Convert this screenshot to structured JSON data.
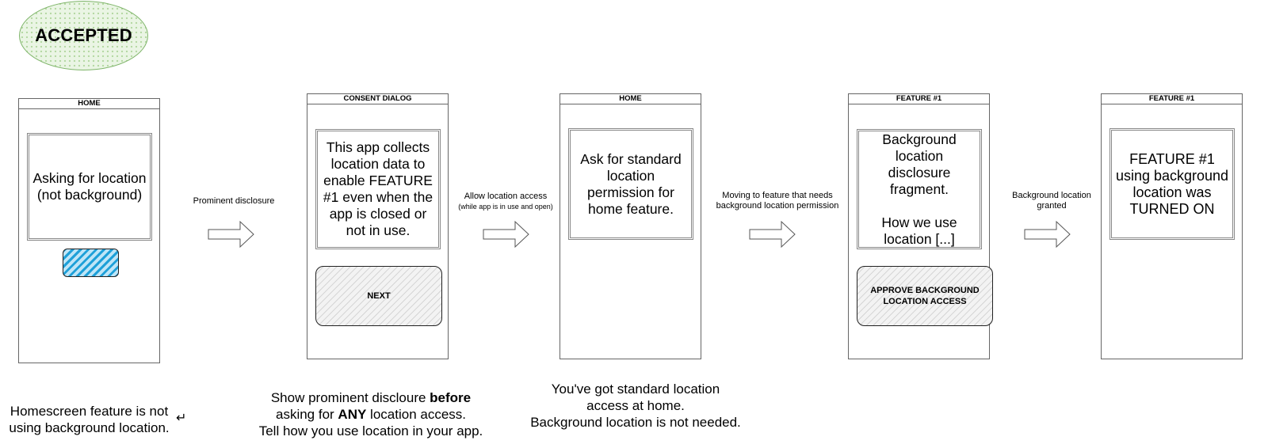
{
  "badge": {
    "text": "ACCEPTED"
  },
  "screens": [
    {
      "title": "HOME",
      "content": "Asking for location\n(not background)"
    },
    {
      "title": "CONSENT DIALOG",
      "content": "This app collects location data to enable FEATURE #1 even when the app is closed or not in use.",
      "button": "NEXT"
    },
    {
      "title": "HOME",
      "content": "Ask for standard location permission for home feature."
    },
    {
      "title": "FEATURE #1",
      "content": "Background location disclosure fragment.\n\nHow we use location [...]",
      "button": "APPROVE BACKGROUND LOCATION ACCESS"
    },
    {
      "title": "FEATURE #1",
      "content": "FEATURE #1 using background location was TURNED ON"
    }
  ],
  "transitions": [
    {
      "label": "Prominent disclosure",
      "sublabel": ""
    },
    {
      "label": "Allow location access",
      "sublabel": "(while app is in use and open)"
    },
    {
      "label": "Moving to feature that needs background location permission",
      "sublabel": ""
    },
    {
      "label": "Background location granted",
      "sublabel": ""
    }
  ],
  "notes": {
    "home": {
      "line1": "Homescreen feature is not",
      "line2": "using background location.",
      "symbol": "↵"
    },
    "consent": {
      "pre": "Show prominent discloure ",
      "bold1": "before",
      "line2_pre": "asking for ",
      "bold2": "ANY",
      "line2_post": " location access.",
      "line3": "Tell how you use location in your app."
    },
    "standard": {
      "line1": "You've got standard location",
      "line2": "access at home.",
      "line3": "Background location is not needed."
    }
  }
}
